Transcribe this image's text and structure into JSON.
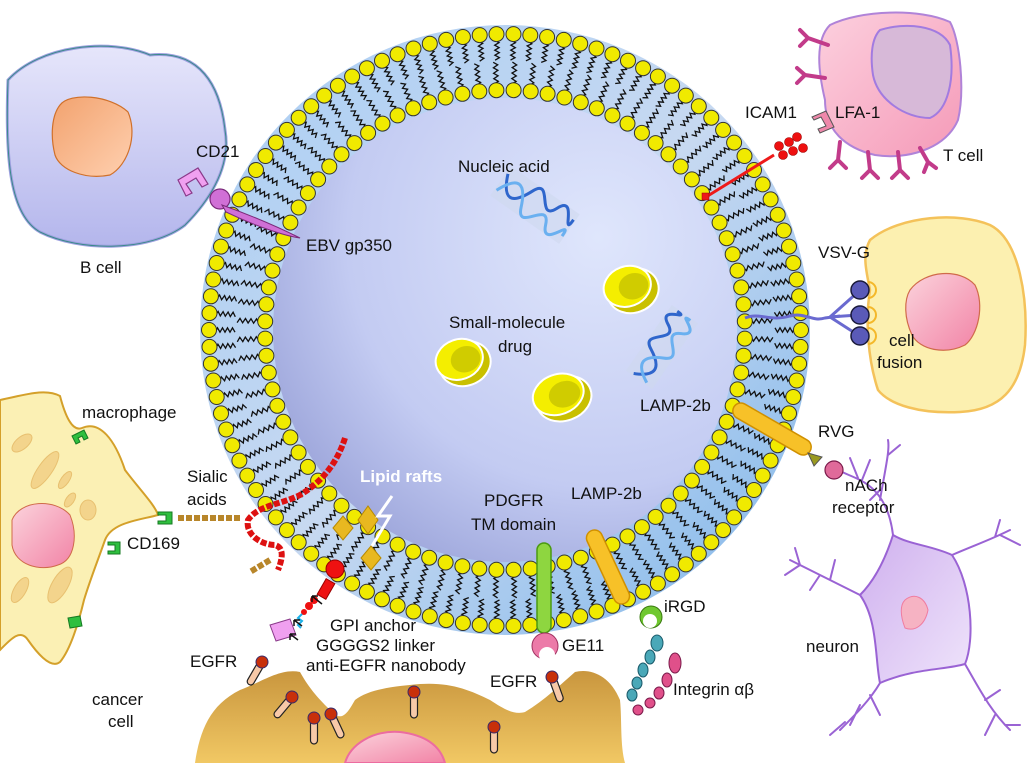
{
  "figure": {
    "title": "Engineered exosome targeting ligands and cargo"
  },
  "colors": {
    "membrane_outer": "#7fb6ea",
    "membrane_lumen_light": "#d5defa",
    "membrane_lumen_dark": "#9aa2d8",
    "head_group": "#f0ea00",
    "b_cell": "#c9caf2",
    "t_cell": "#f7aec9",
    "fusion_cell": "#fcefa6",
    "macrophage": "#fbf0b4",
    "cancer_cell": "#d9a84a",
    "neuron": "#d8bff0"
  },
  "cells": {
    "b_cell": "B cell",
    "t_cell": "T cell",
    "macrophage": "macrophage",
    "cancer_cell_line1": "cancer",
    "cancer_cell_line2": "cell",
    "neuron": "neuron",
    "cell_fusion_line1": "cell",
    "cell_fusion_line2": "fusion"
  },
  "ligands": {
    "cd21": "CD21",
    "ebv": "EBV gp350",
    "icam1": "ICAM1",
    "lfa1": "LFA-1",
    "vsvg": "VSV-G",
    "lamp2b_inner": "LAMP-2b",
    "rvg": "RVG",
    "nach_line1": "nACh",
    "nach_line2": "receptor",
    "sialic_line1": "Sialic",
    "sialic_line2": "acids",
    "cd169": "CD169",
    "lipid_rafts": "Lipid rafts",
    "gpi_anchor": "GPI anchor",
    "linker": "GGGGS2 linker",
    "nanobody": "anti-EGFR nanobody",
    "egfr_left": "EGFR",
    "pdgfr_line1": "PDGFR",
    "pdgfr_line2": "TM domain",
    "lamp2b_bottom": "LAMP-2b",
    "ge11": "GE11",
    "egfr_center": "EGFR",
    "irgd": "iRGD",
    "integrin": "Integrin αβ"
  },
  "cargo": {
    "nucleic_acid": "Nucleic acid",
    "drug_line1": "Small-molecule",
    "drug_line2": "drug"
  }
}
